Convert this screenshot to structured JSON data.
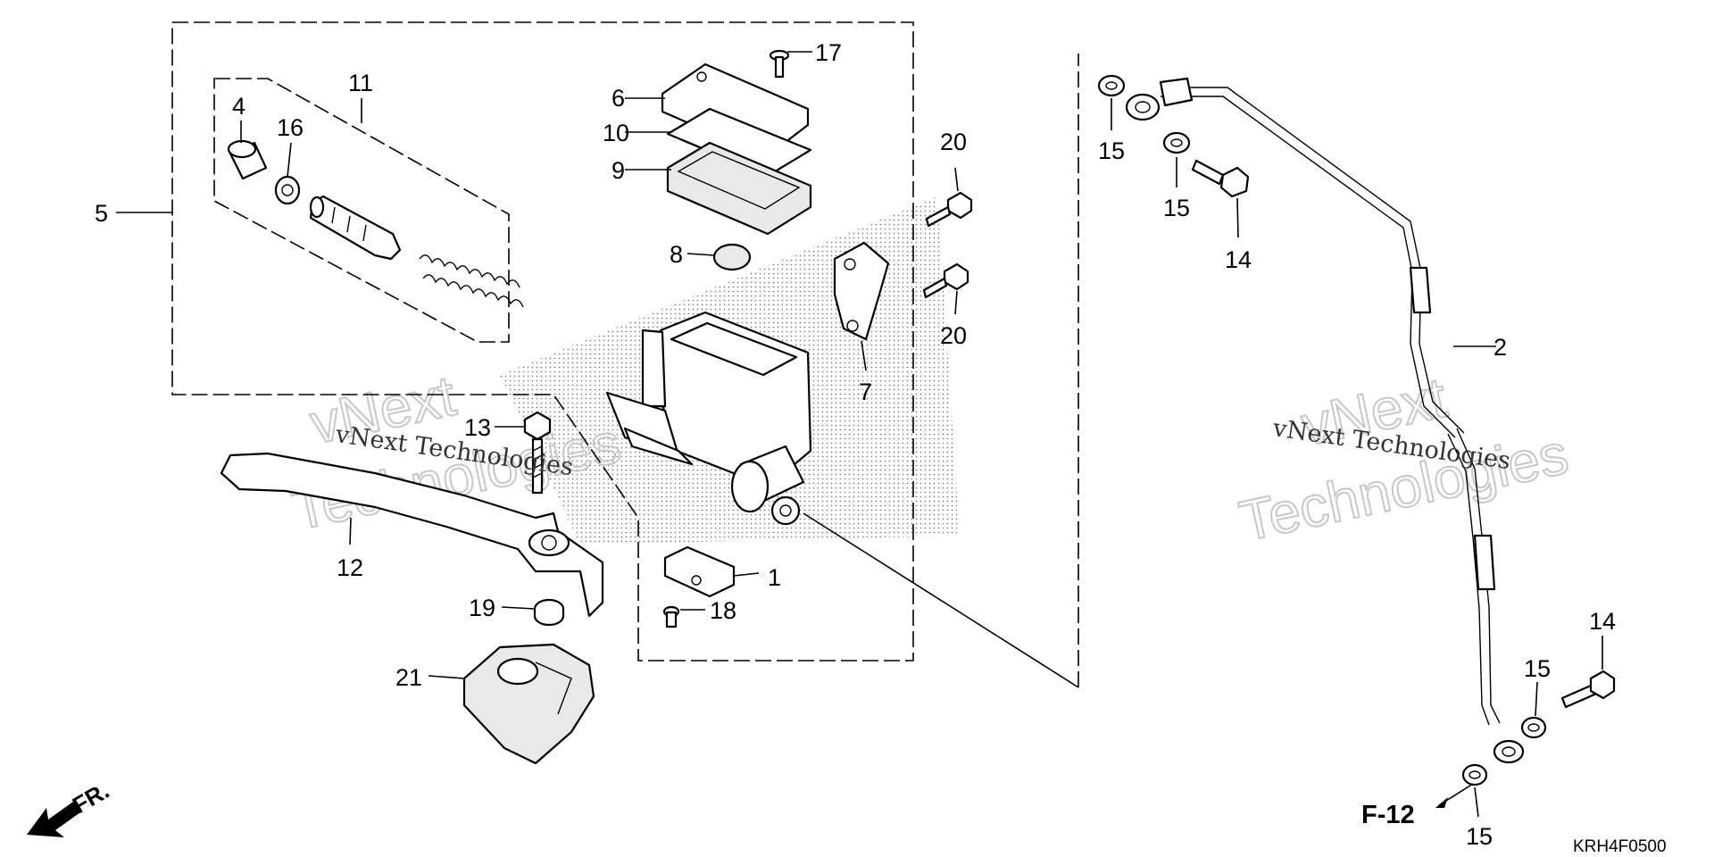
{
  "callouts": [
    {
      "id": "c1",
      "text": "1"
    },
    {
      "id": "c2",
      "text": "2"
    },
    {
      "id": "c4",
      "text": "4"
    },
    {
      "id": "c5",
      "text": "5"
    },
    {
      "id": "c6",
      "text": "6"
    },
    {
      "id": "c7",
      "text": "7"
    },
    {
      "id": "c8",
      "text": "8"
    },
    {
      "id": "c9",
      "text": "9"
    },
    {
      "id": "c10",
      "text": "10"
    },
    {
      "id": "c11",
      "text": "11"
    },
    {
      "id": "c12",
      "text": "12"
    },
    {
      "id": "c13",
      "text": "13"
    },
    {
      "id": "c14a",
      "text": "14"
    },
    {
      "id": "c14b",
      "text": "14"
    },
    {
      "id": "c15a",
      "text": "15"
    },
    {
      "id": "c15b",
      "text": "15"
    },
    {
      "id": "c15c",
      "text": "15"
    },
    {
      "id": "c15d",
      "text": "15"
    },
    {
      "id": "c16",
      "text": "16"
    },
    {
      "id": "c17",
      "text": "17"
    },
    {
      "id": "c18",
      "text": "18"
    },
    {
      "id": "c19",
      "text": "19"
    },
    {
      "id": "c20a",
      "text": "20"
    },
    {
      "id": "c20b",
      "text": "20"
    },
    {
      "id": "c21",
      "text": "21"
    }
  ],
  "reference": {
    "label": "F-12"
  },
  "direction": {
    "label": "FR."
  },
  "diagram_code": "KRH4F0500",
  "watermark": {
    "small": "vNext Technologies",
    "big_top": "vNext",
    "big_bottom": "Technologies"
  }
}
